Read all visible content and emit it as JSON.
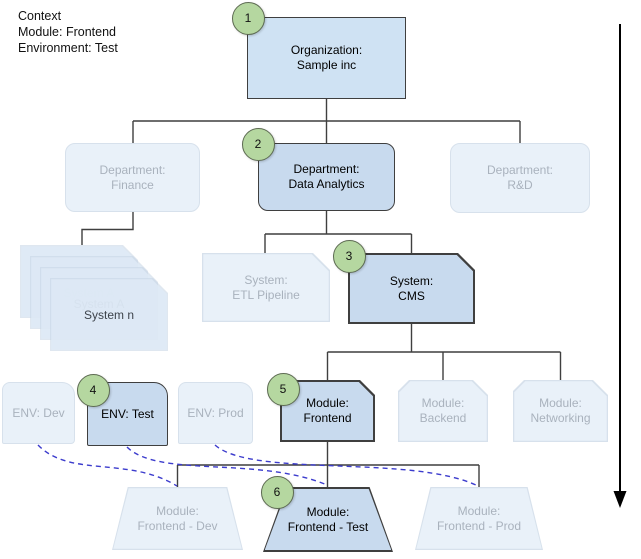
{
  "context": {
    "heading": "Context",
    "module_line": "Module: Frontend",
    "environment_line": "Environment: Test"
  },
  "nodes": {
    "organization": {
      "line1": "Organization:",
      "line2": "Sample inc",
      "badge": "1",
      "state": "active"
    },
    "dept_finance": {
      "line1": "Department:",
      "line2": "Finance",
      "state": "faded"
    },
    "dept_data_analytics": {
      "line1": "Department:",
      "line2": "Data Analytics",
      "badge": "2",
      "state": "active"
    },
    "dept_rnd": {
      "line1": "Department:",
      "line2": "R&D",
      "state": "faded"
    },
    "system_stack": {
      "labels": [
        "System A",
        "System A",
        "System A",
        "System n"
      ]
    },
    "system_etl": {
      "line1": "System:",
      "line2": "ETL Pipeline",
      "state": "faded"
    },
    "system_cms": {
      "line1": "System:",
      "line2": "CMS",
      "badge": "3",
      "state": "active"
    },
    "env_dev": {
      "label": "ENV: Dev",
      "state": "faded"
    },
    "env_test": {
      "label": "ENV: Test",
      "badge": "4",
      "state": "active"
    },
    "env_prod": {
      "label": "ENV: Prod",
      "state": "faded"
    },
    "module_frontend": {
      "line1": "Module:",
      "line2": "Frontend",
      "badge": "5",
      "state": "active"
    },
    "module_backend": {
      "line1": "Module:",
      "line2": "Backend",
      "state": "faded"
    },
    "module_networking": {
      "line1": "Module:",
      "line2": "Networking",
      "state": "faded"
    },
    "module_frontend_dev": {
      "line1": "Module:",
      "line2": "Frontend - Dev",
      "state": "faded"
    },
    "module_frontend_test": {
      "line1": "Module:",
      "line2": "Frontend - Test",
      "badge": "6",
      "state": "active"
    },
    "module_frontend_prod": {
      "line1": "Module:",
      "line2": "Frontend - Prod",
      "state": "faded"
    }
  },
  "stack_text_colors": [
    "#cad3de",
    "#b7c2cf",
    "#909aa7",
    "#3d434b"
  ],
  "colors": {
    "active_fill": "#cfe2f3",
    "active_fill2": "#c8daee",
    "active_border": "#3f3f3f",
    "faded_fill": "#e9f1f9",
    "faded_border": "#d7e1ec",
    "faded_text": "#a9b2bd",
    "badge_fill": "#b5d7a0",
    "badge_border": "#5d6b52",
    "dashed_link": "#3c3ccd",
    "connector": "#3f3f3f"
  }
}
